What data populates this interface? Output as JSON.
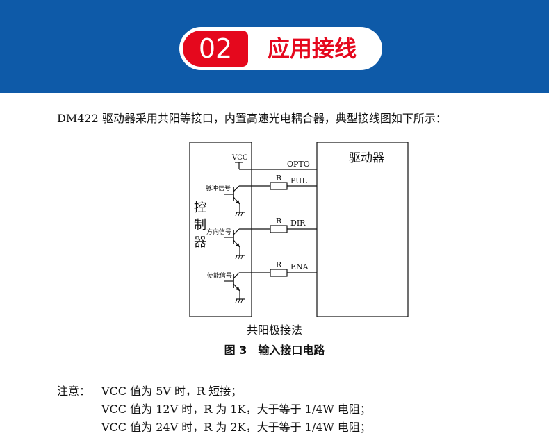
{
  "header": {
    "section_number": "02",
    "section_title": "应用接线",
    "color_banner": "#0e5aa8",
    "color_accent": "#e5081d"
  },
  "intro_text": "DM422 驱动器采用共阳等接口，内置高速光电耦合器，典型接线图如下所示：",
  "diagram": {
    "controller_label_chars": [
      "控",
      "制",
      "器"
    ],
    "driver_label": "驱动器",
    "vcc_label": "VCC",
    "opto_label": "OPTO",
    "channels": [
      {
        "signal_label": "脉冲信号",
        "resistor_label": "R",
        "port_label": "PUL"
      },
      {
        "signal_label": "方向信号",
        "resistor_label": "R",
        "port_label": "DIR"
      },
      {
        "signal_label": "使能信号",
        "resistor_label": "R",
        "port_label": "ENA"
      }
    ],
    "method_label": "共阳极接法"
  },
  "figure_caption": "图 3　输入接口电路",
  "notes": {
    "prefix": "注意：",
    "lines": [
      "VCC 值为 5V 时，R 短接；",
      "VCC 值为 12V 时，R 为 1K，大于等于 1/4W 电阻；",
      "VCC 值为 24V 时，R 为 2K，大于等于 1/4W 电阻；"
    ]
  }
}
